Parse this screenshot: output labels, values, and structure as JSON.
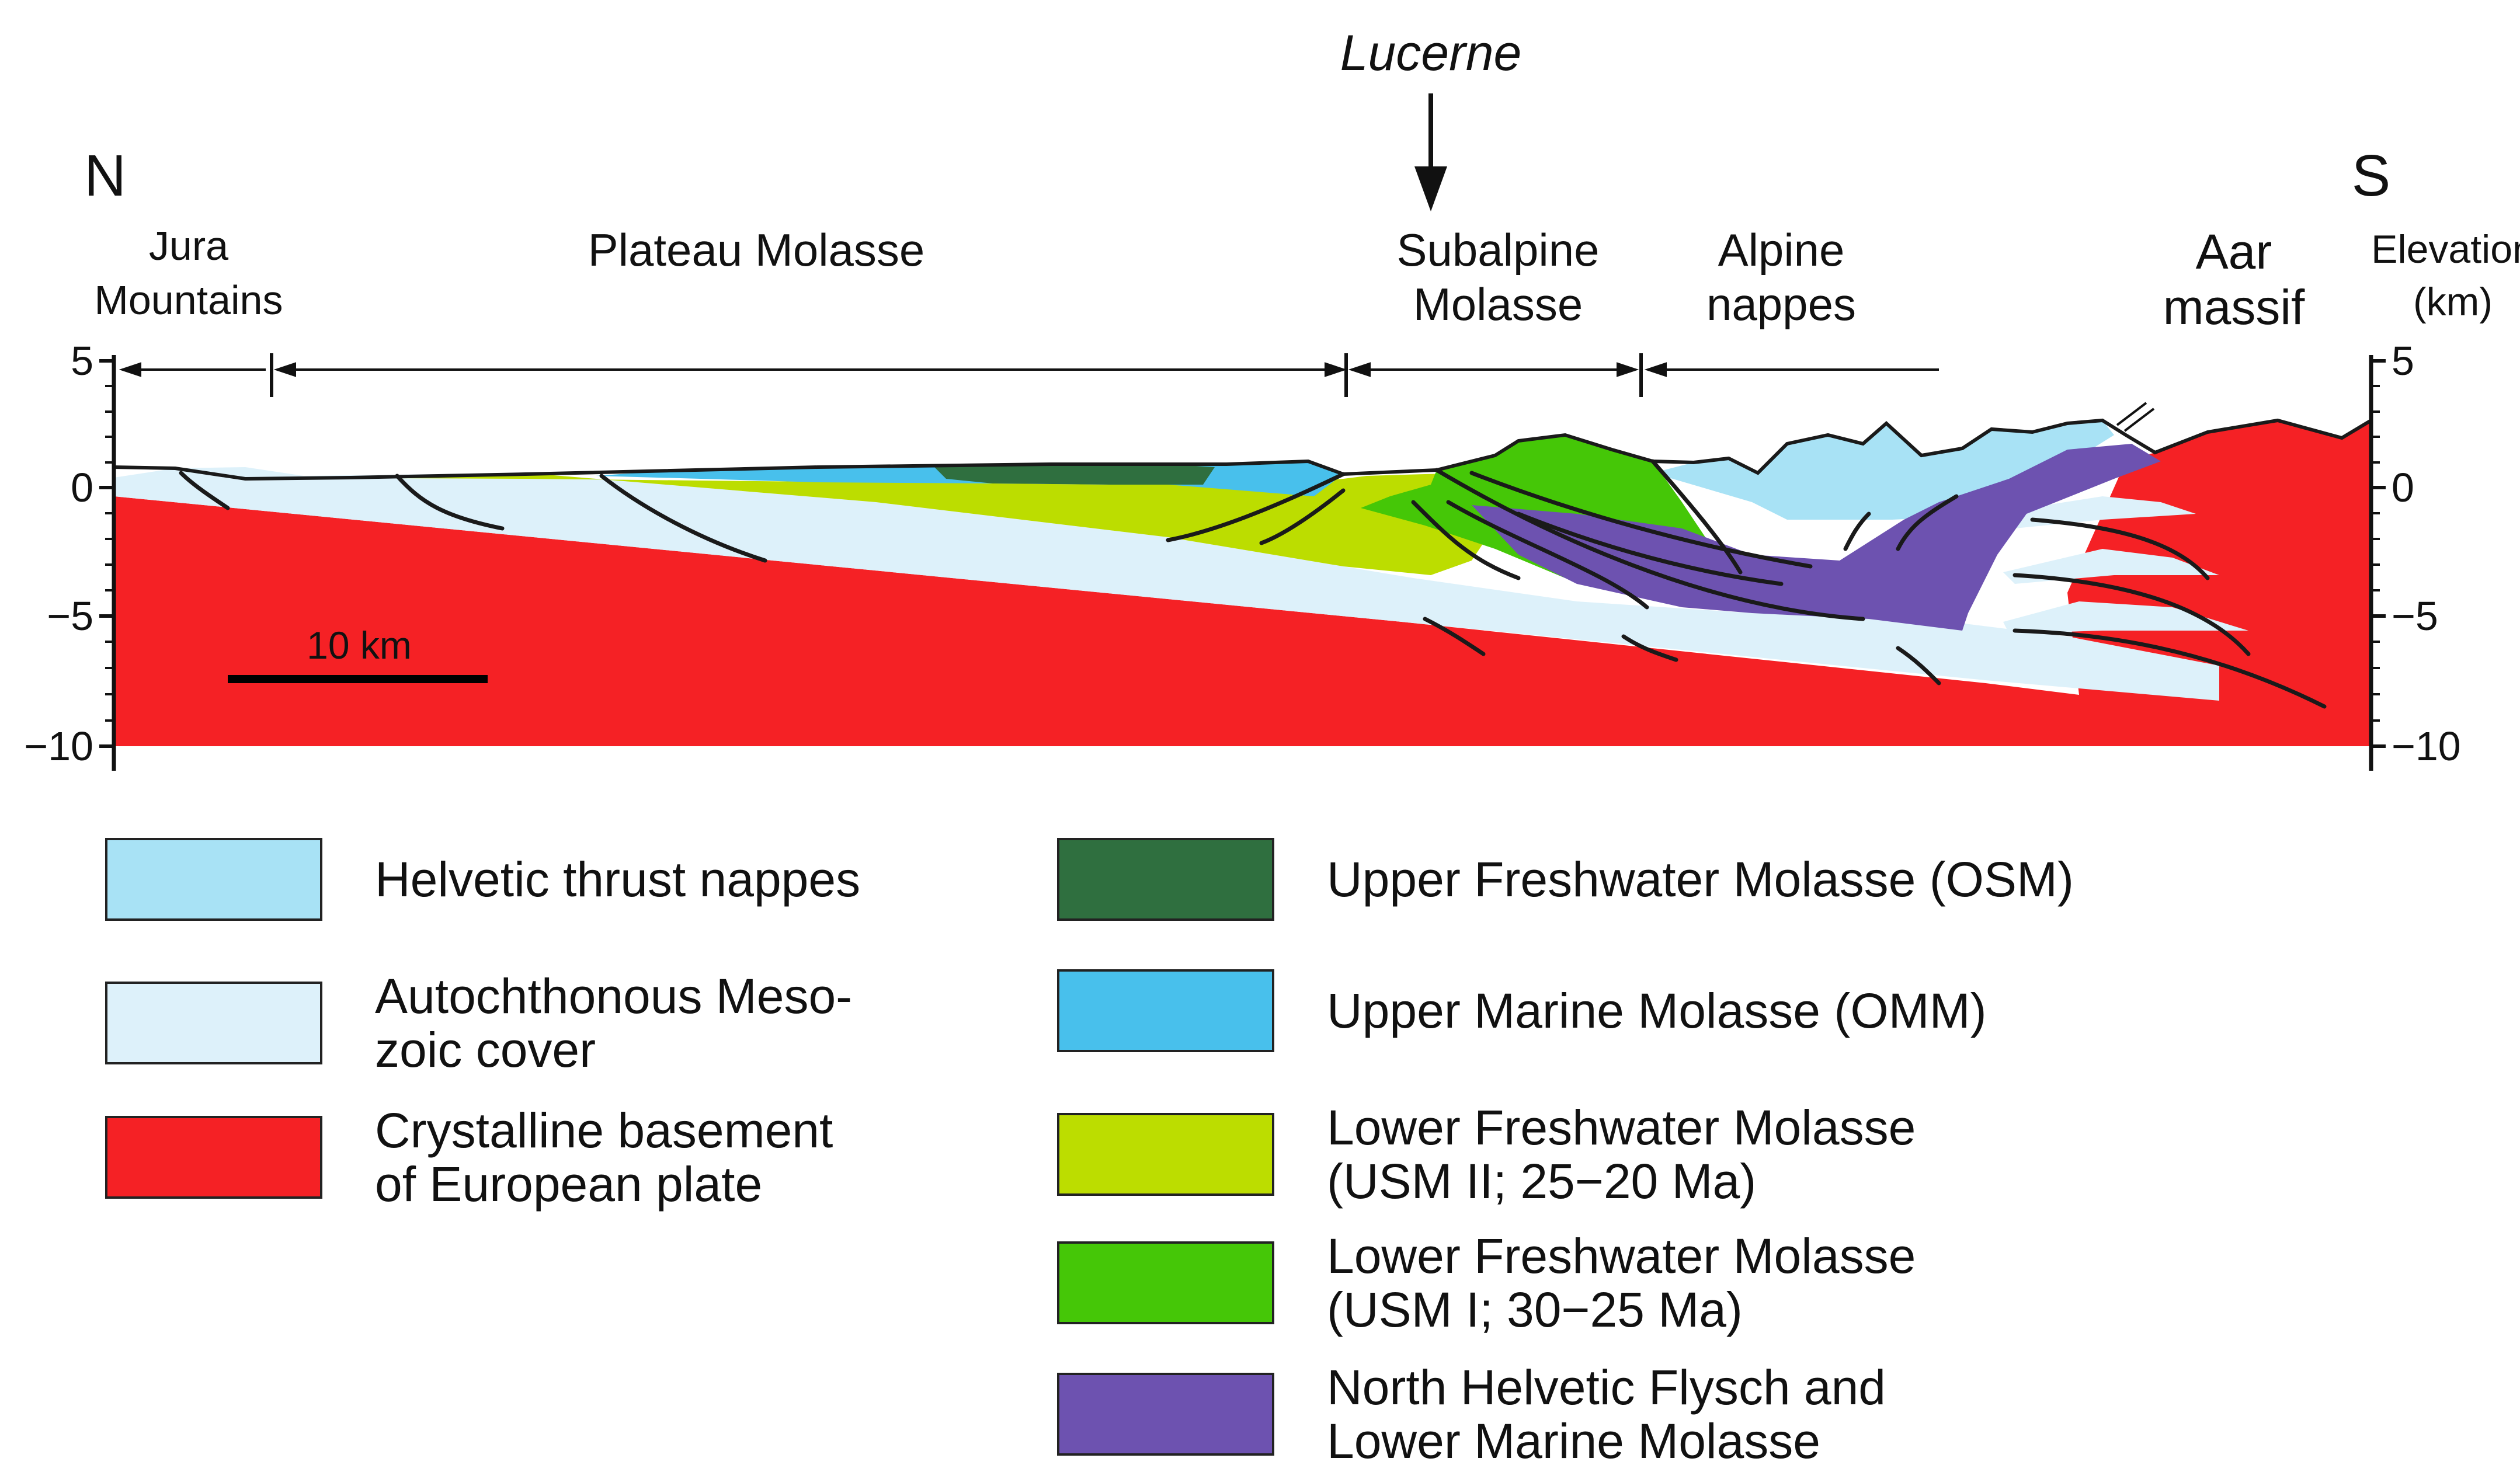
{
  "labels": {
    "city": "Lucerne",
    "north": "N",
    "south": "S",
    "elevation_line1": "Elevation",
    "elevation_line2": "(km)",
    "scale_bar": "10 km"
  },
  "regions": [
    {
      "lines": [
        "Jura",
        "Mountains"
      ]
    },
    {
      "lines": [
        "Plateau Molasse"
      ]
    },
    {
      "lines": [
        "Subalpine",
        "Molasse"
      ]
    },
    {
      "lines": [
        "Alpine",
        "nappes"
      ]
    },
    {
      "lines": [
        "Aar",
        "massif"
      ]
    }
  ],
  "axis_ticks": {
    "left": [
      "5",
      "0",
      "−5",
      "−10"
    ],
    "right": [
      "5",
      "0",
      "−5",
      "−10"
    ]
  },
  "colors": {
    "helvetic": "#a8e2f5",
    "autochthonous": "#ddf1fa",
    "basement": "#f52125",
    "osm": "#2f6f3f",
    "omm": "#48c0ec",
    "usm2": "#bcdd00",
    "usm1": "#45c707",
    "flysch": "#6d52b0",
    "lines": "#1a1a1a"
  },
  "legend": [
    {
      "color": "#a8e2f5",
      "lines": [
        "Helvetic thrust nappes"
      ]
    },
    {
      "color": "#ddf1fa",
      "lines": [
        "Autochthonous Meso-",
        "zoic cover"
      ]
    },
    {
      "color": "#f52125",
      "lines": [
        "Crystalline basement",
        "of European plate"
      ]
    },
    {
      "color": "#2f6f3f",
      "lines": [
        "Upper Freshwater Molasse (OSM)"
      ]
    },
    {
      "color": "#48c0ec",
      "lines": [
        "Upper Marine Molasse (OMM)"
      ]
    },
    {
      "color": "#bcdd00",
      "lines": [
        "Lower Freshwater Molasse",
        "(USM II; 25−20 Ma)"
      ]
    },
    {
      "color": "#45c707",
      "lines": [
        "Lower Freshwater Molasse",
        "(USM I; 30−25 Ma)"
      ]
    },
    {
      "color": "#6d52b0",
      "lines": [
        "North Helvetic Flysch and",
        "Lower Marine Molasse"
      ]
    }
  ]
}
